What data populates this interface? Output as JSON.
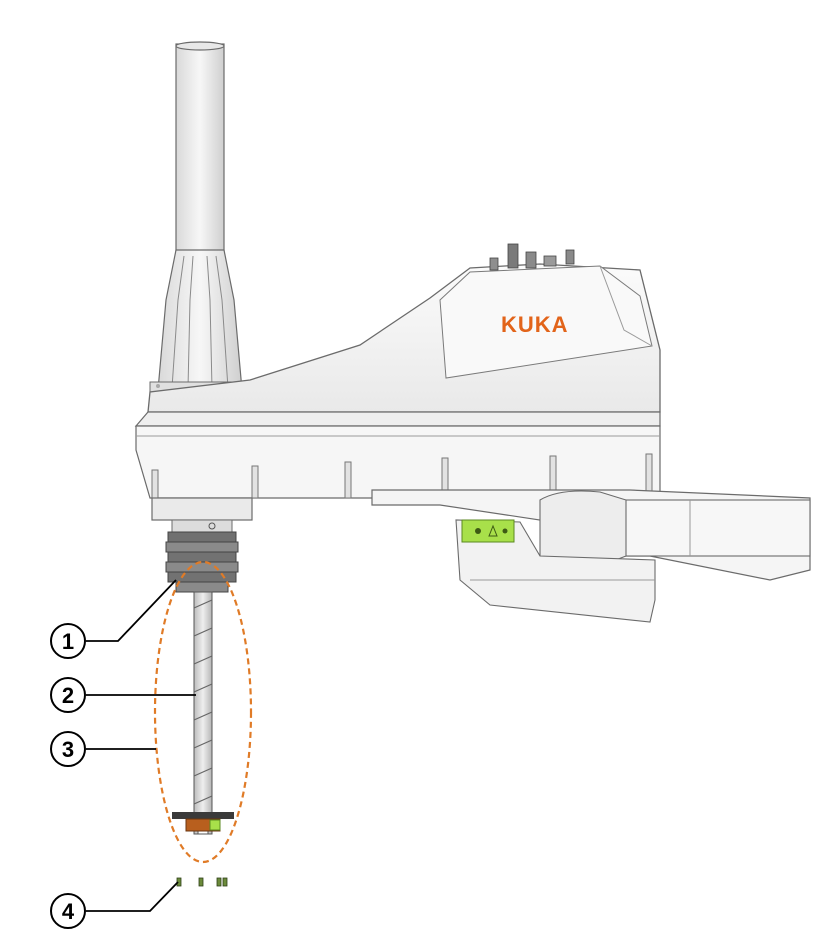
{
  "logo": {
    "text": "KUKA",
    "color": "#e2641a"
  },
  "colors": {
    "housing_fill": "#f4f4f4",
    "housing_stroke": "#6b6b6b",
    "shaft": "#d6d6d6",
    "nut": "#b85f1e",
    "status_led": "#a8e04a",
    "dashed_outline": "#e07b27",
    "callout": "#000000"
  },
  "callouts": [
    {
      "id": "1",
      "label": "1"
    },
    {
      "id": "2",
      "label": "2"
    },
    {
      "id": "3",
      "label": "3"
    },
    {
      "id": "4",
      "label": "4"
    }
  ]
}
